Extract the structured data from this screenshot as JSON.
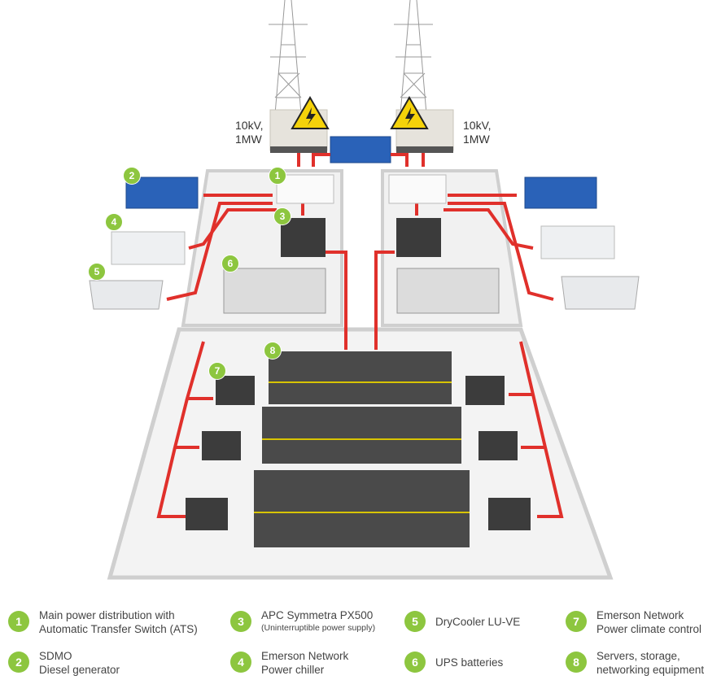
{
  "supply_labels": {
    "left": [
      "10kV,",
      "1MW"
    ],
    "right": [
      "10kV,",
      "1MW"
    ]
  },
  "colors": {
    "accent_green": "#8dc63f",
    "power_line_red": "#e0302b",
    "generator_blue": "#2a62b8",
    "warning_yellow": "#f5d20a"
  },
  "icons": [
    "high-voltage-warning-icon",
    "transmission-tower-icon"
  ],
  "legend": [
    {
      "number": "1",
      "line1": "Main power distribution with",
      "line2": "Automatic Transfer Switch (ATS)"
    },
    {
      "number": "2",
      "line1": "SDMO",
      "line2": "Diesel generator"
    },
    {
      "number": "3",
      "line1": "APC Symmetra PX500",
      "line2": "(Uninterruptible power supply)"
    },
    {
      "number": "4",
      "line1": "Emerson Network",
      "line2": "Power chiller"
    },
    {
      "number": "5",
      "line1": "DryCooler LU-VE",
      "line2": ""
    },
    {
      "number": "6",
      "line1": "UPS batteries",
      "line2": ""
    },
    {
      "number": "7",
      "line1": "Emerson Network",
      "line2": "Power climate control"
    },
    {
      "number": "8",
      "line1": "Servers, storage,",
      "line2": "networking equipment"
    }
  ]
}
